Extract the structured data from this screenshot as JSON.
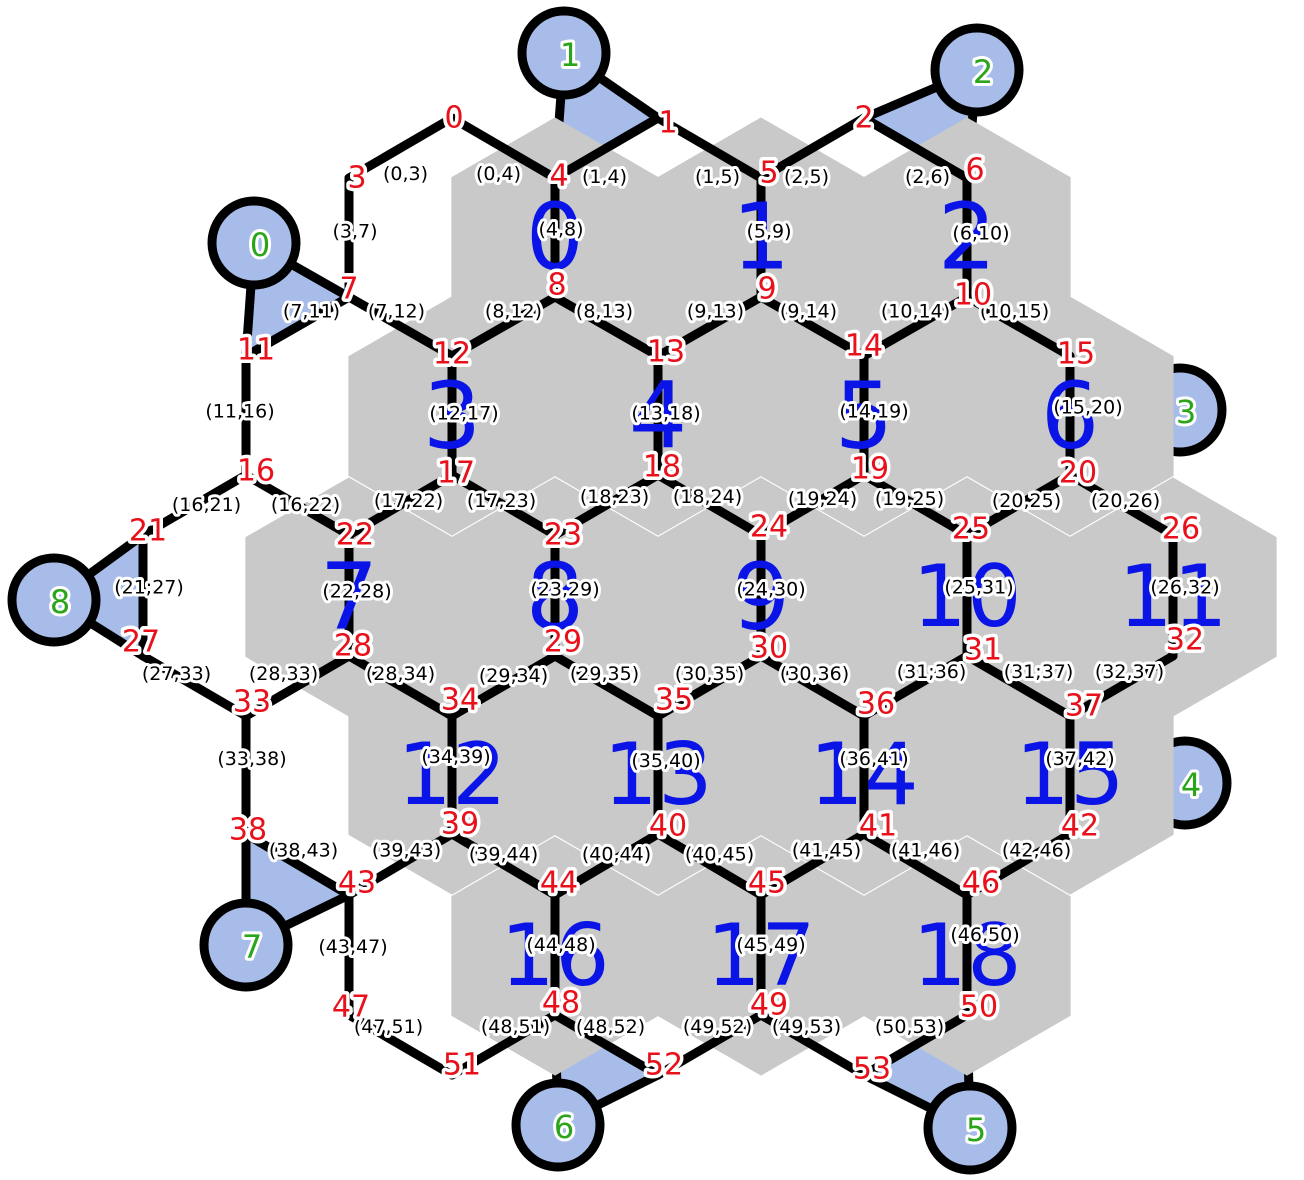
{
  "colors": {
    "tile_fill": "#c9c9c9",
    "tile_number": "#0a14e6",
    "vertex_label": "#e8101a",
    "edge_label": "#000000",
    "port_fill": "#a7bce8",
    "port_label": "#2aa51a"
  },
  "tiles": [
    {
      "label": "0"
    },
    {
      "label": "1"
    },
    {
      "label": "2"
    },
    {
      "label": "3"
    },
    {
      "label": "4"
    },
    {
      "label": "5"
    },
    {
      "label": "6"
    },
    {
      "label": "7"
    },
    {
      "label": "8"
    },
    {
      "label": "9"
    },
    {
      "label": "10"
    },
    {
      "label": "11"
    },
    {
      "label": "12"
    },
    {
      "label": "13"
    },
    {
      "label": "14"
    },
    {
      "label": "15"
    },
    {
      "label": "16"
    },
    {
      "label": "17"
    },
    {
      "label": "18"
    }
  ],
  "vertices": [
    "0",
    "1",
    "2",
    "3",
    "4",
    "5",
    "6",
    "7",
    "8",
    "9",
    "10",
    "11",
    "12",
    "13",
    "14",
    "15",
    "16",
    "17",
    "18",
    "19",
    "20",
    "21",
    "22",
    "23",
    "24",
    "25",
    "26",
    "27",
    "28",
    "29",
    "30",
    "31",
    "32",
    "33",
    "34",
    "35",
    "36",
    "37",
    "38",
    "39",
    "40",
    "41",
    "42",
    "43",
    "44",
    "45",
    "46",
    "47",
    "48",
    "49",
    "50",
    "51",
    "52",
    "53"
  ],
  "edges": [
    {
      "label": "(0,3)",
      "a": 0,
      "b": 3
    },
    {
      "label": "(0,4)",
      "a": 0,
      "b": 4
    },
    {
      "label": "(1,4)",
      "a": 1,
      "b": 4
    },
    {
      "label": "(1,5)",
      "a": 1,
      "b": 5
    },
    {
      "label": "(2,5)",
      "a": 2,
      "b": 5
    },
    {
      "label": "(2,6)",
      "a": 2,
      "b": 6
    },
    {
      "label": "(3,7)",
      "a": 3,
      "b": 7
    },
    {
      "label": "(4,8)",
      "a": 4,
      "b": 8
    },
    {
      "label": "(5,9)",
      "a": 5,
      "b": 9
    },
    {
      "label": "(6,10)",
      "a": 6,
      "b": 10
    },
    {
      "label": "(7,11)",
      "a": 7,
      "b": 11
    },
    {
      "label": "(7,12)",
      "a": 7,
      "b": 12
    },
    {
      "label": "(8,12)",
      "a": 8,
      "b": 12
    },
    {
      "label": "(8,13)",
      "a": 8,
      "b": 13
    },
    {
      "label": "(9,13)",
      "a": 9,
      "b": 13
    },
    {
      "label": "(9,14)",
      "a": 9,
      "b": 14
    },
    {
      "label": "(10,14)",
      "a": 10,
      "b": 14
    },
    {
      "label": "(10,15)",
      "a": 10,
      "b": 15
    },
    {
      "label": "(11,16)",
      "a": 11,
      "b": 16
    },
    {
      "label": "(12,17)",
      "a": 12,
      "b": 17
    },
    {
      "label": "(13,18)",
      "a": 13,
      "b": 18
    },
    {
      "label": "(14,19)",
      "a": 14,
      "b": 19
    },
    {
      "label": "(15,20)",
      "a": 15,
      "b": 20
    },
    {
      "label": "(16,21)",
      "a": 16,
      "b": 21
    },
    {
      "label": "(16,22)",
      "a": 16,
      "b": 22
    },
    {
      "label": "(17,22)",
      "a": 17,
      "b": 22
    },
    {
      "label": "(17,23)",
      "a": 17,
      "b": 23
    },
    {
      "label": "(18,23)",
      "a": 18,
      "b": 23
    },
    {
      "label": "(18,24)",
      "a": 18,
      "b": 24
    },
    {
      "label": "(19,24)",
      "a": 19,
      "b": 24
    },
    {
      "label": "(19,25)",
      "a": 19,
      "b": 25
    },
    {
      "label": "(20,25)",
      "a": 20,
      "b": 25
    },
    {
      "label": "(20,26)",
      "a": 20,
      "b": 26
    },
    {
      "label": "(21;27)",
      "a": 21,
      "b": 27
    },
    {
      "label": "(22,28)",
      "a": 22,
      "b": 28
    },
    {
      "label": "(23,29)",
      "a": 23,
      "b": 29
    },
    {
      "label": "(24,30)",
      "a": 24,
      "b": 30
    },
    {
      "label": "(25,31)",
      "a": 25,
      "b": 31
    },
    {
      "label": "(26,32)",
      "a": 26,
      "b": 32
    },
    {
      "label": "(27,33)",
      "a": 27,
      "b": 33
    },
    {
      "label": "(28,33)",
      "a": 28,
      "b": 33
    },
    {
      "label": "(28,34)",
      "a": 28,
      "b": 34
    },
    {
      "label": "(29,34)",
      "a": 29,
      "b": 34
    },
    {
      "label": "(29,35)",
      "a": 29,
      "b": 35
    },
    {
      "label": "(30,35)",
      "a": 30,
      "b": 35
    },
    {
      "label": "(30,36)",
      "a": 30,
      "b": 36
    },
    {
      "label": "(31;36)",
      "a": 31,
      "b": 36
    },
    {
      "label": "(31;37)",
      "a": 31,
      "b": 37
    },
    {
      "label": "(32,37)",
      "a": 32,
      "b": 37
    },
    {
      "label": "(33,38)",
      "a": 33,
      "b": 38
    },
    {
      "label": "(34,39)",
      "a": 34,
      "b": 39
    },
    {
      "label": "(35,40)",
      "a": 35,
      "b": 40
    },
    {
      "label": "(36,41)",
      "a": 36,
      "b": 41
    },
    {
      "label": "(37,42)",
      "a": 37,
      "b": 42
    },
    {
      "label": "(38,43)",
      "a": 38,
      "b": 43
    },
    {
      "label": "(39,43)",
      "a": 39,
      "b": 43
    },
    {
      "label": "(39,44)",
      "a": 39,
      "b": 44
    },
    {
      "label": "(40,44)",
      "a": 40,
      "b": 44
    },
    {
      "label": "(40,45)",
      "a": 40,
      "b": 45
    },
    {
      "label": "(41,45)",
      "a": 41,
      "b": 45
    },
    {
      "label": "(41,46)",
      "a": 41,
      "b": 46
    },
    {
      "label": "(42,46)",
      "a": 42,
      "b": 46
    },
    {
      "label": "(43,47)",
      "a": 43,
      "b": 47
    },
    {
      "label": "(44,48)",
      "a": 44,
      "b": 48
    },
    {
      "label": "(45,49)",
      "a": 45,
      "b": 49
    },
    {
      "label": "(46,50)",
      "a": 46,
      "b": 50
    },
    {
      "label": "(47,51)",
      "a": 47,
      "b": 51
    },
    {
      "label": "(48,51)",
      "a": 48,
      "b": 51
    },
    {
      "label": "(48,52)",
      "a": 48,
      "b": 52
    },
    {
      "label": "(49,52)",
      "a": 49,
      "b": 52
    },
    {
      "label": "(49,53)",
      "a": 49,
      "b": 53
    },
    {
      "label": "(50,53)",
      "a": 50,
      "b": 53
    }
  ],
  "ports": [
    {
      "label": "0",
      "a": 7,
      "b": 11
    },
    {
      "label": "1",
      "a": 1,
      "b": 4
    },
    {
      "label": "2",
      "a": 2,
      "b": 6
    },
    {
      "label": "3",
      "a": 15,
      "b": 20
    },
    {
      "label": "4",
      "a": 37,
      "b": 42
    },
    {
      "label": "5",
      "a": 50,
      "b": 53
    },
    {
      "label": "6",
      "a": 48,
      "b": 52
    },
    {
      "label": "7",
      "a": 38,
      "b": 43
    },
    {
      "label": "8",
      "a": 21,
      "b": 27
    }
  ]
}
